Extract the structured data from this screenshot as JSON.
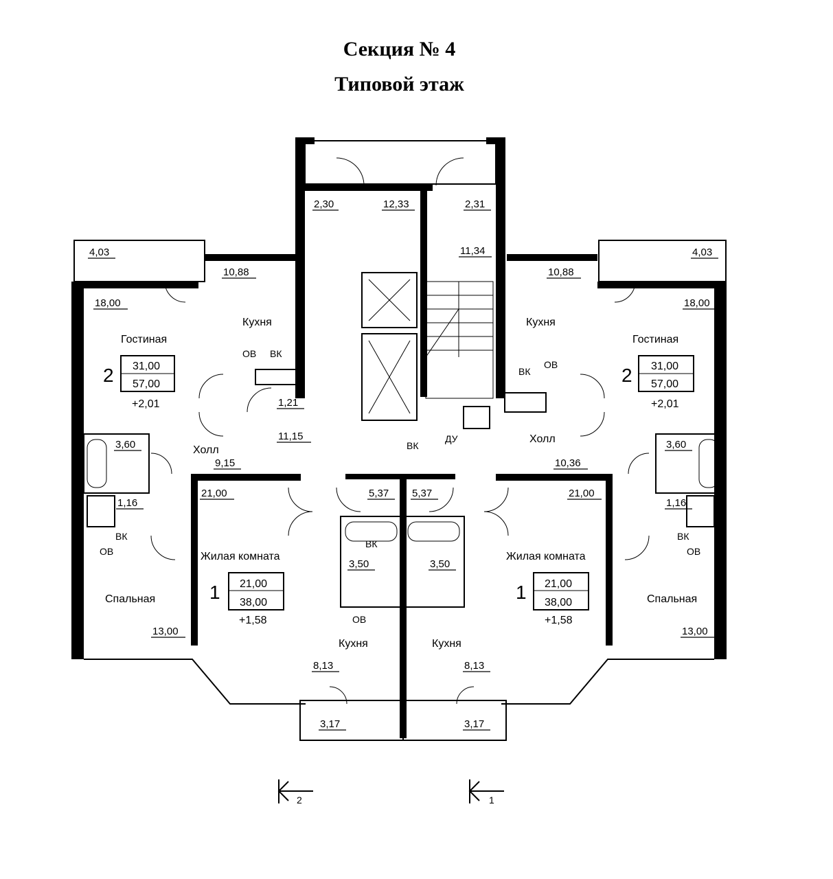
{
  "header": {
    "title": "Секция № 4",
    "subtitle": "Типовой этаж"
  },
  "areas": {
    "top_balcony_left": "2,30",
    "top_stair_hall": "12,33",
    "top_balcony_right": "2,31",
    "stair": "11,34",
    "balcony_left": "4,03",
    "balcony_right": "4,03",
    "kitchen_left": "10,88",
    "kitchen_right": "10,88",
    "living_left": "18,00",
    "living_right": "18,00",
    "wc_left_small": "1,21",
    "corridor": "11,15",
    "bath_left": "3,60",
    "bath_right": "3,60",
    "hall_left": "9,15",
    "hall_right": "10,36",
    "wc_left": "1,16",
    "wc_right": "1,16",
    "room_left": "21,00",
    "room_right": "21,00",
    "hall_center_left": "5,37",
    "hall_center_right": "5,37",
    "bath_center_left": "3,50",
    "bath_center_right": "3,50",
    "bedroom_left": "13,00",
    "bedroom_right": "13,00",
    "kitchen_center_left": "8,13",
    "kitchen_center_right": "8,13",
    "loggia_left": "3,17",
    "loggia_right": "3,17"
  },
  "rooms": {
    "kitchen": "Кухня",
    "living": "Гостиная",
    "hall": "Холл",
    "bedroom": "Спальная",
    "room": "Жилая комната"
  },
  "labels": {
    "ov": "ОВ",
    "vk": "ВК",
    "du": "ДУ"
  },
  "apartments": {
    "left2": {
      "number": "2",
      "living": "31,00",
      "total": "57,00",
      "coef": "+2,01"
    },
    "right2": {
      "number": "2",
      "living": "31,00",
      "total": "57,00",
      "coef": "+2,01"
    },
    "left1": {
      "number": "1",
      "living": "21,00",
      "total": "38,00",
      "coef": "+1,58"
    },
    "right1": {
      "number": "1",
      "living": "21,00",
      "total": "38,00",
      "coef": "+1,58"
    }
  },
  "sections": {
    "left": "2",
    "right": "1"
  }
}
